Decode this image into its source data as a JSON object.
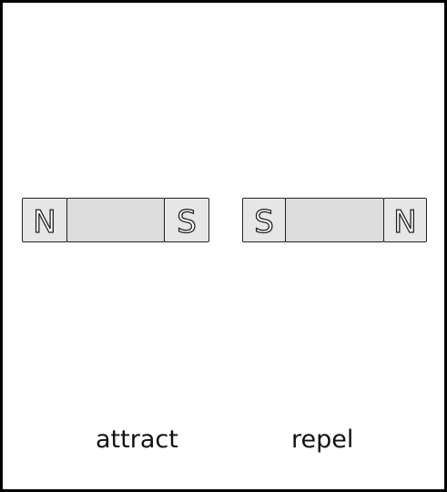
{
  "diagrams": [
    {
      "id": "attract",
      "left_pole": "N",
      "right_pole": "S",
      "caption": "attract"
    },
    {
      "id": "repel",
      "left_pole": "S",
      "right_pole": "N",
      "caption": "repel"
    }
  ],
  "colors": {
    "frame": "#000000",
    "magnet_fill": "#e6e6e6",
    "magnet_body_fill": "#dcdcdc",
    "outline": "#222222"
  }
}
